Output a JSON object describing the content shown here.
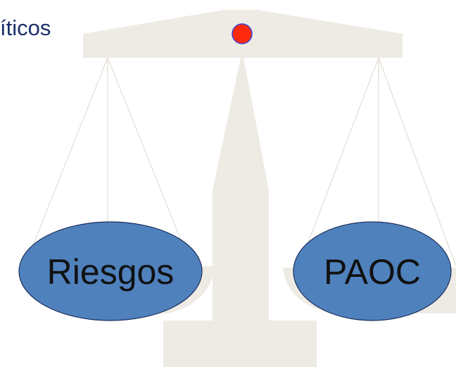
{
  "title_fragment": "íticos",
  "scale": {
    "left_pan_label": "Riesgos",
    "right_pan_label": "PAOC"
  },
  "colors": {
    "scale_body": "#eeebe4",
    "pan_fill": "#4f81bd",
    "pan_stroke": "#1b2f5c",
    "pivot_fill": "#ff2a0d",
    "pivot_stroke": "#3a3fd8",
    "title_text": "#1a2f6a"
  }
}
